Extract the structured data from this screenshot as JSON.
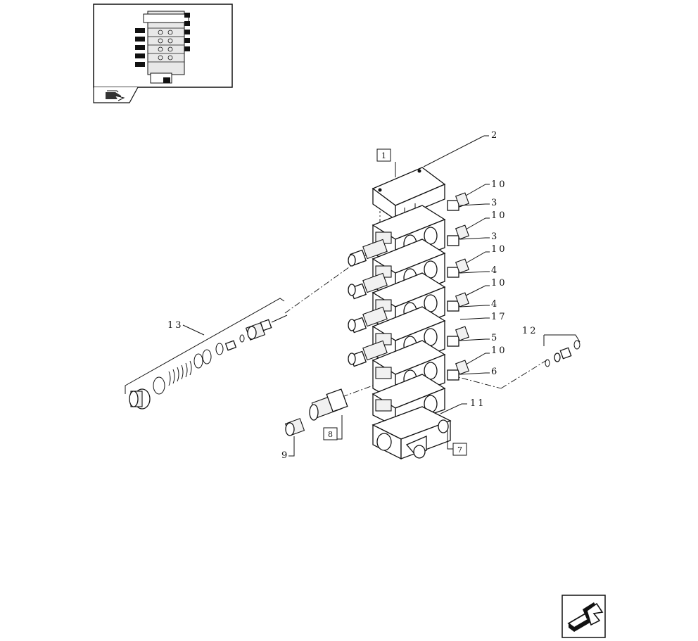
{
  "thumbnail": {
    "icon": "valve-assembly-thumbnail",
    "tab_icon": "book-icon"
  },
  "callouts": [
    {
      "id": "c2",
      "text": "2"
    },
    {
      "id": "c10a",
      "text": "10"
    },
    {
      "id": "c3a",
      "text": "3"
    },
    {
      "id": "c10b",
      "text": "10"
    },
    {
      "id": "c3b",
      "text": "3"
    },
    {
      "id": "c10c",
      "text": "10"
    },
    {
      "id": "c4a",
      "text": "4"
    },
    {
      "id": "c10d",
      "text": "10"
    },
    {
      "id": "c4b",
      "text": "4"
    },
    {
      "id": "c17",
      "text": "17"
    },
    {
      "id": "c5",
      "text": "5"
    },
    {
      "id": "c10e",
      "text": "10"
    },
    {
      "id": "c6",
      "text": "6"
    },
    {
      "id": "c11",
      "text": "11"
    },
    {
      "id": "c12",
      "text": "12"
    },
    {
      "id": "c13",
      "text": "13"
    },
    {
      "id": "c9",
      "text": "9"
    }
  ],
  "boxed_callouts": [
    {
      "id": "b1",
      "text": "1"
    },
    {
      "id": "b8",
      "text": "8"
    },
    {
      "id": "b7",
      "text": "7"
    }
  ],
  "nav": {
    "next_icon": "next-page-arrow-icon"
  }
}
